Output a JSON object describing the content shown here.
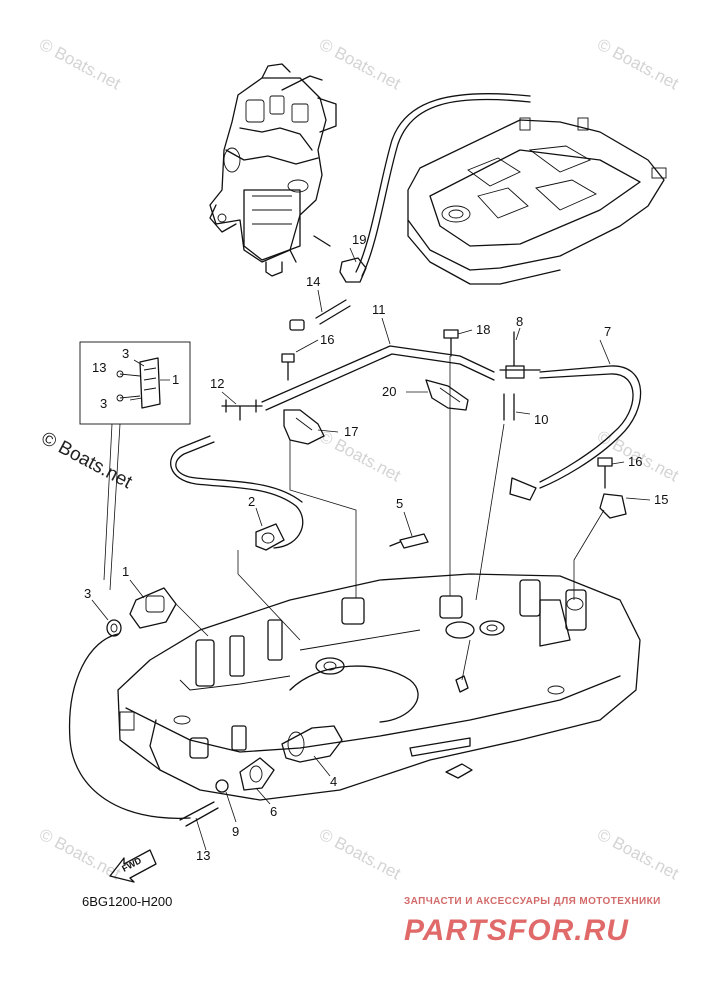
{
  "watermarks": {
    "text": "© Boats.net",
    "main": "© Boats.net"
  },
  "diagram_code": "6BG1200-H200",
  "fwd_label": "FWD",
  "shop": {
    "tagline": "ЗАПЧАСТИ И АКСЕССУАРЫ ДЛЯ МОТОТЕХНИКИ",
    "logo": "PARTSFOR.RU"
  },
  "callouts": {
    "c1": "1",
    "c2": "2",
    "c3": "3",
    "c4": "4",
    "c5": "5",
    "c6": "6",
    "c7": "7",
    "c8": "8",
    "c9": "9",
    "c10": "10",
    "c11": "11",
    "c12": "12",
    "c13": "13",
    "c14": "14",
    "c15": "15",
    "c16": "16",
    "c17": "17",
    "c18": "18",
    "c19": "19",
    "c20": "20"
  },
  "inset": {
    "c13": "13",
    "c3a": "3",
    "c3b": "3",
    "c1": "1"
  }
}
